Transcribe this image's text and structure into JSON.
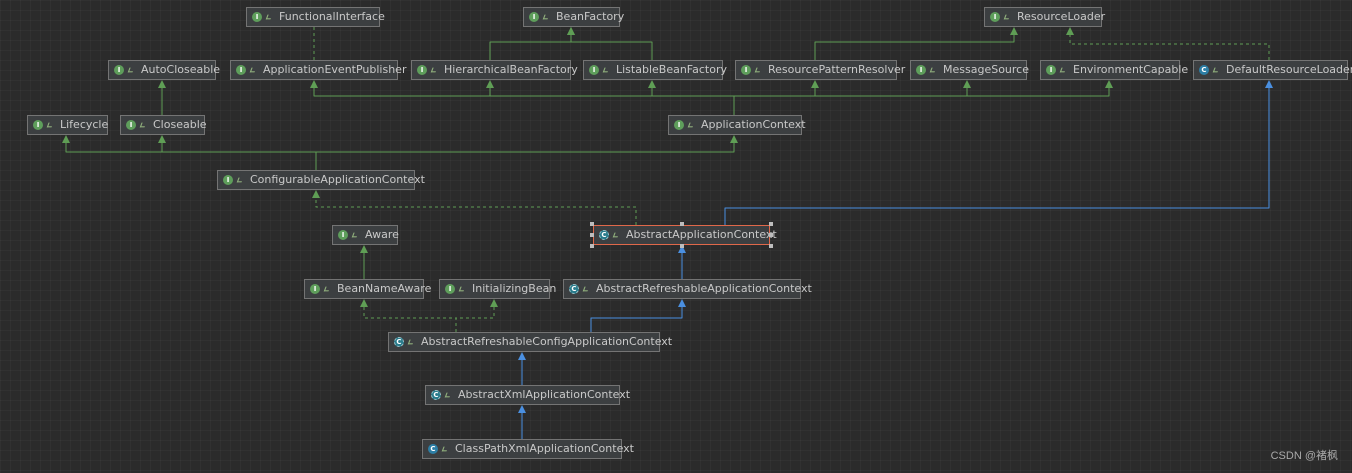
{
  "nodes": [
    {
      "id": "FunctionalInterface",
      "label": "FunctionalInterface",
      "kind": "interface"
    },
    {
      "id": "BeanFactory",
      "label": "BeanFactory",
      "kind": "interface"
    },
    {
      "id": "ResourceLoader",
      "label": "ResourceLoader",
      "kind": "interface"
    },
    {
      "id": "AutoCloseable",
      "label": "AutoCloseable",
      "kind": "interface"
    },
    {
      "id": "ApplicationEventPublisher",
      "label": "ApplicationEventPublisher",
      "kind": "interface"
    },
    {
      "id": "HierarchicalBeanFactory",
      "label": "HierarchicalBeanFactory",
      "kind": "interface"
    },
    {
      "id": "ListableBeanFactory",
      "label": "ListableBeanFactory",
      "kind": "interface"
    },
    {
      "id": "ResourcePatternResolver",
      "label": "ResourcePatternResolver",
      "kind": "interface"
    },
    {
      "id": "MessageSource",
      "label": "MessageSource",
      "kind": "interface"
    },
    {
      "id": "EnvironmentCapable",
      "label": "EnvironmentCapable",
      "kind": "interface"
    },
    {
      "id": "DefaultResourceLoader",
      "label": "DefaultResourceLoader",
      "kind": "class"
    },
    {
      "id": "Lifecycle",
      "label": "Lifecycle",
      "kind": "interface"
    },
    {
      "id": "Closeable",
      "label": "Closeable",
      "kind": "interface"
    },
    {
      "id": "ApplicationContext",
      "label": "ApplicationContext",
      "kind": "interface"
    },
    {
      "id": "ConfigurableApplicationContext",
      "label": "ConfigurableApplicationContext",
      "kind": "interface"
    },
    {
      "id": "Aware",
      "label": "Aware",
      "kind": "interface"
    },
    {
      "id": "AbstractApplicationContext",
      "label": "AbstractApplicationContext",
      "kind": "abstract",
      "selected": true
    },
    {
      "id": "BeanNameAware",
      "label": "BeanNameAware",
      "kind": "interface"
    },
    {
      "id": "InitializingBean",
      "label": "InitializingBean",
      "kind": "interface"
    },
    {
      "id": "AbstractRefreshableApplicationContext",
      "label": "AbstractRefreshableApplicationContext",
      "kind": "abstract"
    },
    {
      "id": "AbstractRefreshableConfigApplicationContext",
      "label": "AbstractRefreshableConfigApplicationContext",
      "kind": "abstract"
    },
    {
      "id": "AbstractXmlApplicationContext",
      "label": "AbstractXmlApplicationContext",
      "kind": "abstract"
    },
    {
      "id": "ClassPathXmlApplicationContext",
      "label": "ClassPathXmlApplicationContext",
      "kind": "class"
    }
  ],
  "edges": [
    {
      "from": "ApplicationEventPublisher",
      "to": "FunctionalInterface",
      "type": "annotation"
    },
    {
      "from": "HierarchicalBeanFactory",
      "to": "BeanFactory",
      "type": "extends"
    },
    {
      "from": "ListableBeanFactory",
      "to": "BeanFactory",
      "type": "extends"
    },
    {
      "from": "ResourcePatternResolver",
      "to": "ResourceLoader",
      "type": "extends"
    },
    {
      "from": "DefaultResourceLoader",
      "to": "ResourceLoader",
      "type": "implements"
    },
    {
      "from": "Closeable",
      "to": "AutoCloseable",
      "type": "extends"
    },
    {
      "from": "ApplicationContext",
      "to": "ApplicationEventPublisher",
      "type": "extends"
    },
    {
      "from": "ApplicationContext",
      "to": "HierarchicalBeanFactory",
      "type": "extends"
    },
    {
      "from": "ApplicationContext",
      "to": "ListableBeanFactory",
      "type": "extends"
    },
    {
      "from": "ApplicationContext",
      "to": "ResourcePatternResolver",
      "type": "extends"
    },
    {
      "from": "ApplicationContext",
      "to": "MessageSource",
      "type": "extends"
    },
    {
      "from": "ApplicationContext",
      "to": "EnvironmentCapable",
      "type": "extends"
    },
    {
      "from": "ConfigurableApplicationContext",
      "to": "Lifecycle",
      "type": "extends"
    },
    {
      "from": "ConfigurableApplicationContext",
      "to": "Closeable",
      "type": "extends"
    },
    {
      "from": "ConfigurableApplicationContext",
      "to": "ApplicationContext",
      "type": "extends"
    },
    {
      "from": "AbstractApplicationContext",
      "to": "ConfigurableApplicationContext",
      "type": "implements"
    },
    {
      "from": "AbstractApplicationContext",
      "to": "DefaultResourceLoader",
      "type": "class-extends"
    },
    {
      "from": "BeanNameAware",
      "to": "Aware",
      "type": "extends"
    },
    {
      "from": "AbstractRefreshableApplicationContext",
      "to": "AbstractApplicationContext",
      "type": "class-extends"
    },
    {
      "from": "AbstractRefreshableConfigApplicationContext",
      "to": "BeanNameAware",
      "type": "implements"
    },
    {
      "from": "AbstractRefreshableConfigApplicationContext",
      "to": "InitializingBean",
      "type": "implements"
    },
    {
      "from": "AbstractRefreshableConfigApplicationContext",
      "to": "AbstractRefreshableApplicationContext",
      "type": "class-extends"
    },
    {
      "from": "AbstractXmlApplicationContext",
      "to": "AbstractRefreshableConfigApplicationContext",
      "type": "class-extends"
    },
    {
      "from": "ClassPathXmlApplicationContext",
      "to": "AbstractXmlApplicationContext",
      "type": "class-extends"
    }
  ],
  "colors": {
    "interface_edge": "#5f9e55",
    "class_edge": "#4a8fe0",
    "selected_border": "#e0684a"
  },
  "icons": {
    "interface": "I",
    "abstract": "C",
    "class": "C"
  },
  "watermark": "CSDN @褚枫"
}
